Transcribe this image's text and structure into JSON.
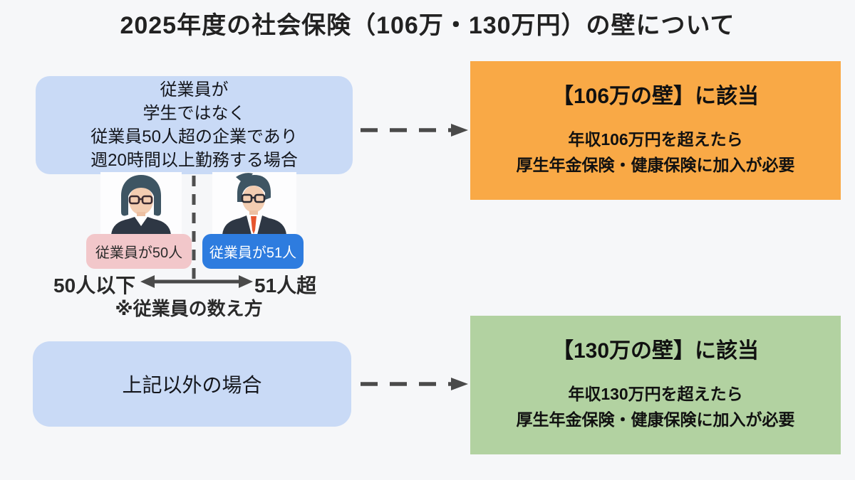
{
  "title": "2025年度の社会保険（106万・130万円）の壁について",
  "flow": {
    "condition_top": {
      "lines": [
        "従業員が",
        "学生ではなく",
        "従業員50人超の企業であり",
        "週20時間以上勤務する場合"
      ]
    },
    "result_106": {
      "heading": "【106万の壁】に該当",
      "body_lines": [
        "年収106万円を超えたら",
        "厚生年金保険・健康保険に加入が必要"
      ]
    },
    "condition_other": {
      "label": "上記以外の場合"
    },
    "result_130": {
      "heading": "【130万の壁】に該当",
      "body_lines": [
        "年収130万円を超えたら",
        "厚生年金保険・健康保険に加入が必要"
      ]
    }
  },
  "employee_count": {
    "left_badge": "従業員が50人",
    "right_badge": "従業員が51人",
    "left_caption": "50人以下",
    "right_caption": "51人超",
    "note": "※従業員の数え方"
  },
  "icons": {
    "female_employee": "female-employee-icon",
    "male_employee": "male-employee-icon",
    "dashed_arrow_top": "dashed-arrow-icon",
    "dashed_arrow_bottom": "dashed-arrow-icon",
    "double_arrow": "double-headed-arrow-icon",
    "divider": "dashed-divider-line"
  },
  "colors": {
    "background": "#f6f7f9",
    "condition_box": "#c9daf6",
    "result_106_box": "#f9a946",
    "result_130_box": "#b2d2a1",
    "badge_50_bg": "#f2c7ca",
    "badge_51_bg": "#2e7cdf",
    "arrow": "#4a4a4a",
    "text": "#1a1a1a"
  }
}
